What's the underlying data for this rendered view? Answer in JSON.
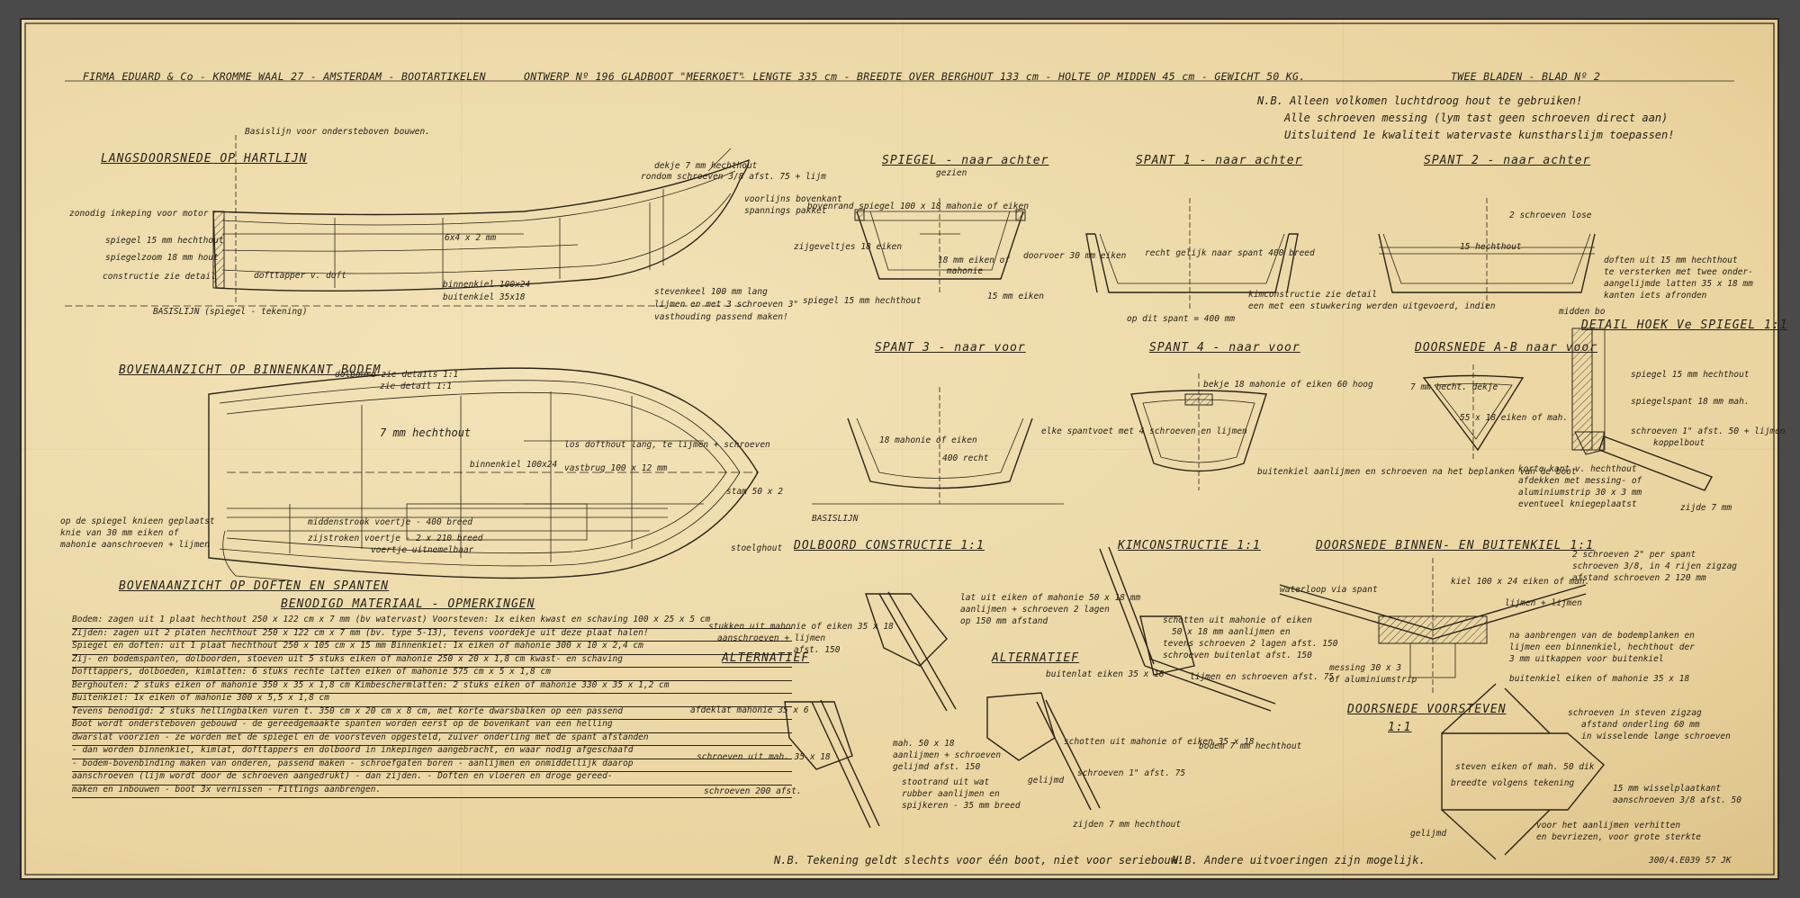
{
  "header": {
    "firm": "FIRMA EDUARD & Co - KROMME WAAL 27 - AMSTERDAM - BOOTARTIKELEN",
    "design": "ONTWERP Nº 196  GLADBOOT \"MEERKOET\"",
    "dims": "- LENGTE 335 cm - BREEDTE OVER BERGHOUT 133 cm - HOLTE OP MIDDEN 45 cm - GEWICHT 50 KG.",
    "sheets": "TWEE BLADEN  -  BLAD Nº 2"
  },
  "notes": {
    "nb1": "N.B. Alleen volkomen luchtdroog hout te gebruiken!",
    "nb2": "Alle schroeven messing (lym tast geen schroeven direct aan)",
    "nb3": "Uitsluitend 1e kwaliteit watervaste kunstharslijm toepassen!",
    "bottom1": "N.B. Tekening geldt slechts voor één boot, niet voor seriebouw!",
    "bottom2": "N.B. Andere uitvoeringen zijn mogelijk.",
    "stamp": "300/4.E039 57 JK"
  },
  "views": {
    "baselines": "Basislijn voor ondersteboven bouwen.",
    "longitudinal": "LANGSDOORSNEDE OP HARTLIJN",
    "plan_inside": "BOVENAANZICHT OP BINNENKANT BODEM",
    "plan_thwarts": "BOVENAANZICHT OP DOFTEN EN SPANTEN",
    "spiegel": "SPIEGEL - naar achter",
    "spiegel_sub": "gezien",
    "spant1": "SPANT 1 - naar achter",
    "spant2": "SPANT 2 - naar achter",
    "spant3": "SPANT 3 - naar voor",
    "spant4": "SPANT 4 - naar voor",
    "doorsnede_ab": "DOORSNEDE A-B naar voor",
    "detail_hoek": "DETAIL HOEK Ve SPIEGEL 1:1",
    "dolboord": "DOLBOORD CONSTRUCTIE 1:1",
    "alternatief1": "ALTERNATIEF",
    "alternatief2": "ALTERNATIEF",
    "kimconstructie": "KIMCONSTRUCTIE 1:1",
    "doorsnede_kiel": "DOORSNEDE BINNEN- EN BUITENKIEL 1:1",
    "doorsnede_voorsteven": "DOORSNEDE VOORSTEVEN",
    "voorsteven_scale": "1:1",
    "basislijn": "BASISLIJN"
  },
  "long_labels": {
    "l1": "zonodig inkeping voor motor",
    "l2": "spiegel 15 mm hechthout",
    "l3": "spiegelzoom 18 mm hout",
    "l4": "constructie zie detail",
    "l5": "BASISLIJN (spiegel - tekening)",
    "l6": "dekje 7 mm hechthout",
    "l7": "rondom schroeven 3/8 afst. 75 + lijm",
    "l8": "binnenkiel 100x24",
    "l9": "buitenkiel 35x18",
    "l10": "stevenkeel 100 mm lang",
    "l11": "lijmen en met 3 schroeven 3\"",
    "l12": "vasthouding passend maken!",
    "l13": "voorlijns bovenkant",
    "l14": "spannings pakket",
    "l15": "6x4 x 2 mm",
    "l16": "dofttapper  v. doft"
  },
  "plan_labels": {
    "p1": "dolboord zie details 1:1",
    "p2": "zie detail 1:1",
    "p3": "7 mm hechthout",
    "p4": "binnenkiel 100x24",
    "p5": "los dofthout lang, te lijmen + schroeven",
    "p6": "vastbrug 100 x 12 mm",
    "p7": "stam 50 x 2",
    "p8": "op de spiegel knieen geplaatst",
    "p9": "knie van 30 mm eiken of",
    "p10": "mahonie aanschroeven + lijmen",
    "p11": "middenstrook voertje - 400 breed",
    "p12": "zijstroken voertje - 2 x 210 breed",
    "p13": "voertje uitnemelbaar",
    "p14": "stoelghout"
  },
  "materials": {
    "title": "BENODIGD MATERIAAL - OPMERKINGEN",
    "lines": [
      "Bodem: zagen uit 1 plaat hechthout 250 x 122 cm x 7 mm (bv watervast)  Voorsteven: 1x eiken  kwast en schaving 100 x 25 x 5 cm",
      "Zijden: zagen uit 2 platen hechthout 250 x 122 cm x 7 mm (bv. type 5-13), tevens voordekje uit deze plaat halen!",
      "Spiegel en doften:  uit 1 plaat hechthout 250 x 105 cm x 15 mm   Binnenkiel: 1x eiken of mahonie 300 x 10 x 2,4 cm",
      "Zij- en bodemspanten, dolboorden, stoeven uit 5 stuks eiken of mahonie 250 x 20 x 1,8 cm  kwast- en schaving",
      "Dofttappers, dolboeden, kimlatten:  6 stuks rechte latten eiken of mahonie 575 cm x 5 x 1,8 cm",
      "Berghouten:  2 stuks eiken of mahonie 350 x 35 x 1,8 cm   Kimbeschermlatten:  2 stuks eiken of mahonie 330 x 35 x 1,2 cm",
      "Buitenkiel:  1x eiken of mahonie 300 x 5,5 x 1,8 cm",
      "Tevens benodigd:  2 stuks hellingbalken vuren t. 350 cm x 20 cm x 8 cm, met korte dwarsbalken op een passend",
      "Boot wordt ondersteboven gebouwd - de gereedgemaakte spanten worden eerst op de bovenkant van een helling",
      "dwarslat voorzien - ze worden met de spiegel en de voorsteven opgesteld, zuiver onderling met de spant afstanden",
      "- dan worden binnenkiel, kimlat, dofttappers en dolboord in inkepingen aangebracht, en waar nodig afgeschaafd",
      "- bodem-bovenbinding maken van onderen, passend maken - schroefgaten boren - aanlijmen en onmiddellijk daarop",
      "aanschroeven (lijm wordt door de schroeven aangedrukt) - dan zijden. - Doften en vloeren en droge gereed-",
      "maken en inbouwen - boot 3x vernissen - Fittings aanbrengen."
    ]
  },
  "cross_labels": {
    "c1": "bovenrand spiegel 100 x 18 mahonie of eiken",
    "c2": "zijgeveltjes 18 eiken",
    "c3": "spiegel 15 mm hechthout",
    "c4": "15 mm eiken",
    "c5": "18 mm eiken of",
    "c6": "mahonie",
    "c7": "doorvoer 30 mm eiken",
    "c8": "recht gelijk naar spant 400 breed",
    "c9": "op dit spant = 400 mm",
    "c10": "kimconstructie zie detail",
    "c11": "een met een stuwkering werden uitgevoerd, indien",
    "c12": "2 schroeven lose",
    "c13": "doften uit 15 mm hechthout",
    "c14": "te versterken met twee onder-",
    "c15": "aangelijmde latten 35 x 18 mm",
    "c16": "kanten iets afronden",
    "c17": "midden bo",
    "c18": "15 hechthout",
    "c19": "18 mahonie of eiken",
    "c20": "400 recht",
    "c21": "elke spantvoet met 4 schroeven en lijmen",
    "c22": "bekje 18 mahonie of eiken 60 hoog",
    "c23": "buitenkiel aanlijmen en schroeven na het beplanken van de boot",
    "c24": "7 mm hecht. dekje",
    "c25": "55 x 18 eiken of mah.",
    "c26": "spiegel 15 mm hechthout",
    "c27": "spiegelspant 18 mm mah.",
    "c28": "schroeven 1\" afst. 50 + lijmen",
    "c29": "koppelbout",
    "c30": "korte kant v. hechthout",
    "c31": "afdekken met messing- of",
    "c32": "aluminiumstrip 30 x 3 mm",
    "c33": "eventueel kniegeplaatst",
    "c34": "zijde 7 mm"
  },
  "detail_labels": {
    "d1": "lat uit eiken of mahonie 50 x 18 mm",
    "d2": "aanlijmen + schroeven 2 lagen",
    "d3": "op 150 mm afstand",
    "d4": "stukken uit mahonie of eiken 35 x 18",
    "d5": "aanschroeven + lijmen",
    "d6": "afst. 150",
    "d7": "afdeklat mahonie 35 x 6",
    "d8": "schroeven uit mah. 35 x 18",
    "d9": "schroeven 200 afst.",
    "d10": "mah. 50 x 18",
    "d11": "aanlijmen + schroeven",
    "d12": "gelijmd afst. 150",
    "d13": "stootrand uit wat",
    "d14": "rubber aanlijmen en",
    "d15": "spijkeren - 35 mm breed",
    "d16": "buitenlat eiken 35 x 18",
    "d17": "gelijmd",
    "d18": "schotten uit mahonie of eiken 35 x 18",
    "d19": "schroeven 1\" afst. 75",
    "d20": "zijden 7 mm hechthout",
    "d21": "schotten uit mahonie of eiken",
    "d22": "50 x 18 mm aanlijmen en",
    "d23": "tevens schroeven 2 lagen afst. 150",
    "d24": "schroeven buitenlat afst. 150",
    "d25": "lijmen en schroeven afst. 75",
    "d26": "bodem 7 mm hechthout",
    "d27": "waterloop via spant",
    "d28": "kiel 100 x 24 eiken of mah.",
    "d29": "lijmen + lijmen",
    "d30": "2 schroeven 2\" per spant",
    "d31": "schroeven 3/8, in 4 rijen zigzag",
    "d32": "afstand schroeven 2 120 mm",
    "d33": "na aanbrengen van de bodemplanken en",
    "d34": "lijmen een binnenkiel, hechthout der",
    "d35": "3 mm uitkappen voor buitenkiel",
    "d36": "buitenkiel eiken of mahonie 35 x 18",
    "d37": "messing 30 x 3",
    "d38": "of aluminiumstrip",
    "d39": "schroeven in steven zigzag",
    "d40": "afstand onderling 60 mm",
    "d41": "in wisselende lange schroeven",
    "d42": "steven eiken of mah. 50 dik",
    "d43": "breedte volgens tekening",
    "d44": "15 mm wisselplaatkant",
    "d45": "aanschroeven 3/8 afst. 50",
    "d46": "voor het aanlijmen verhitten",
    "d47": "en bevriezen, voor grote sterkte",
    "d48": "gelijmd"
  }
}
